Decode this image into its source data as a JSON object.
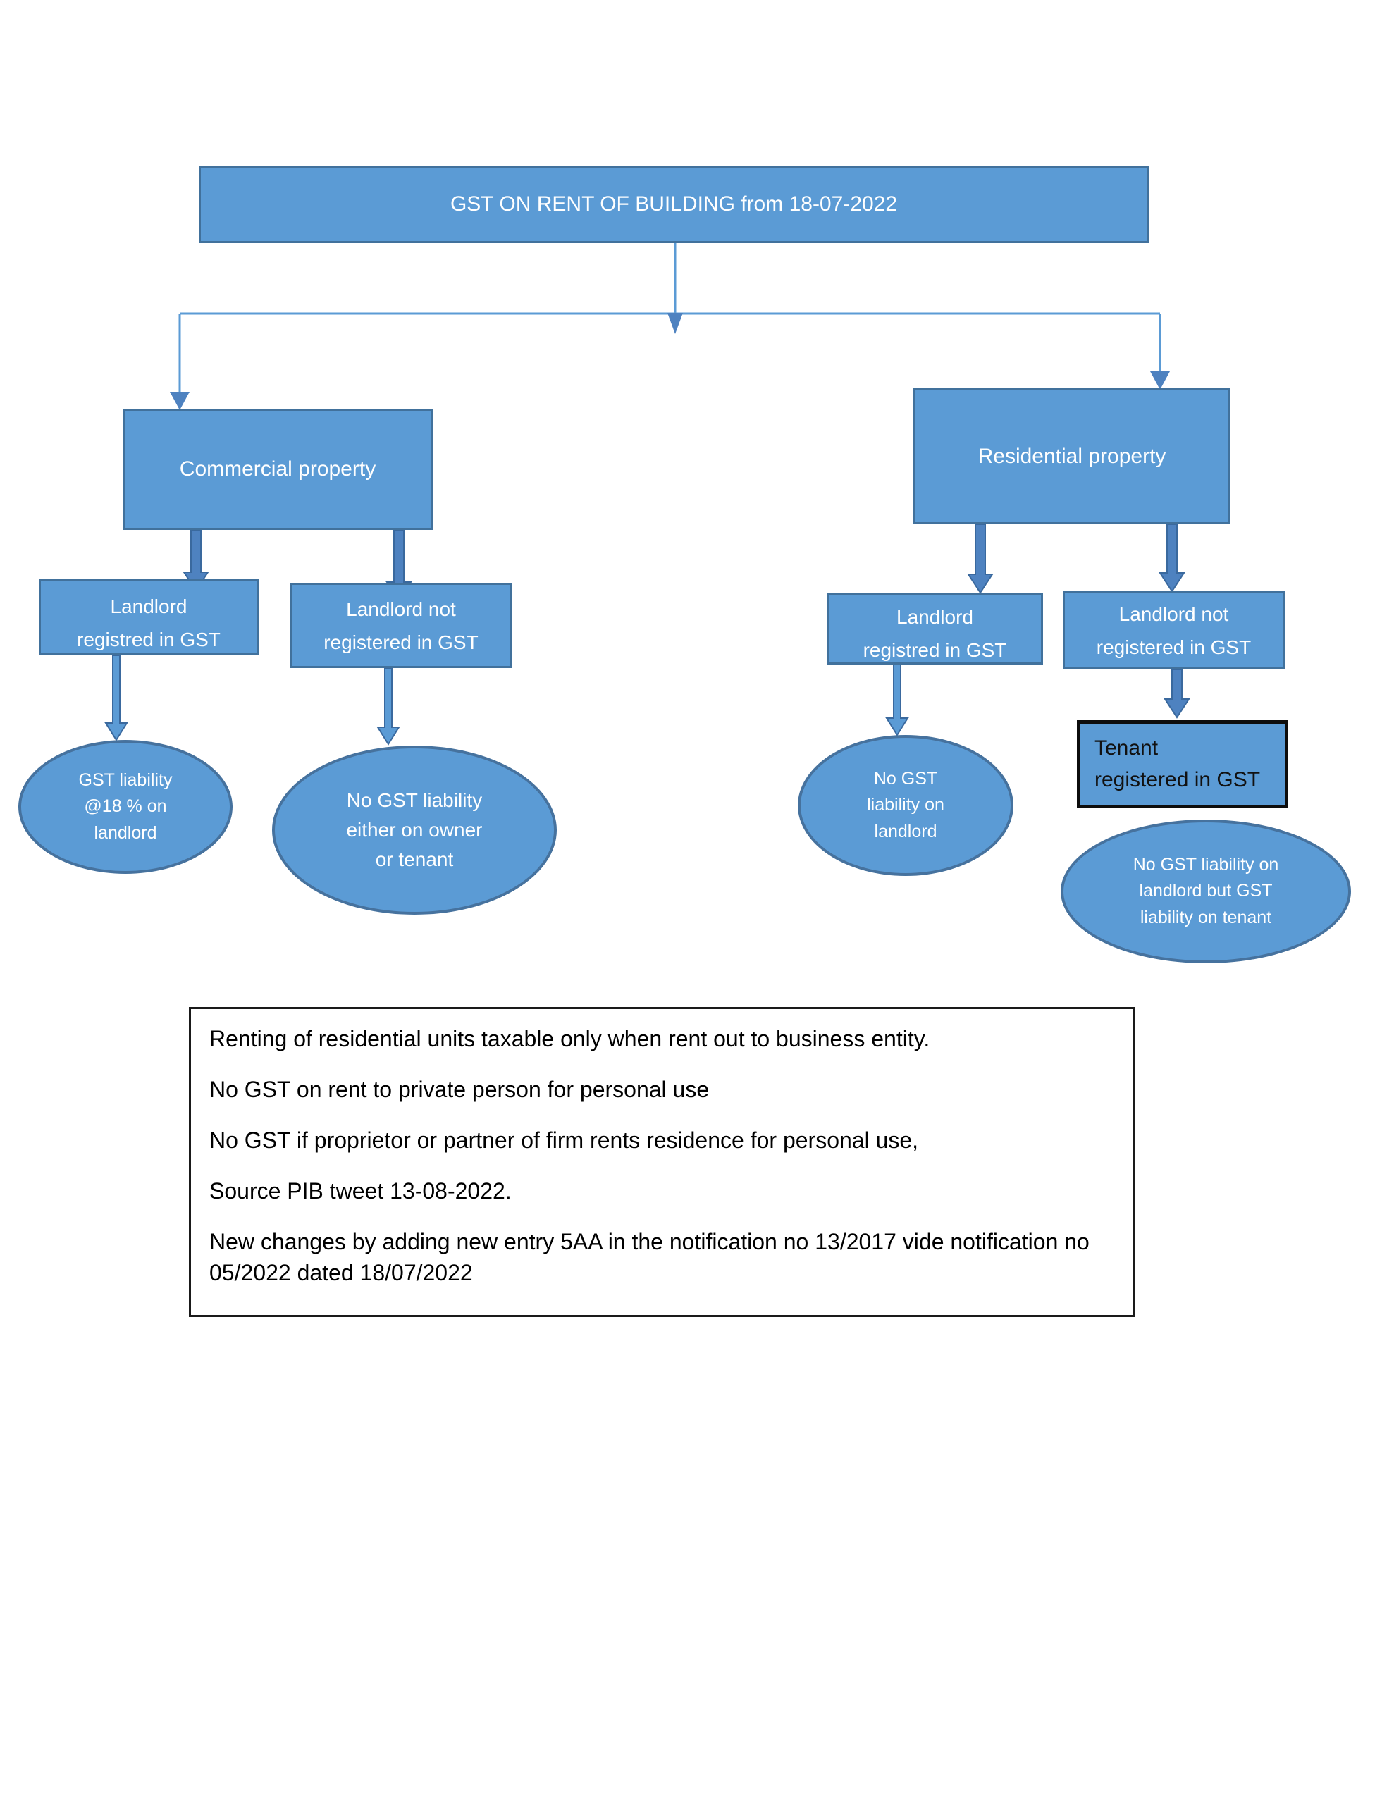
{
  "colors": {
    "node_fill": "#5b9bd5",
    "node_border": "#41719c",
    "ellipse_border": "#46729e",
    "arrow_fill": "#4e82c0",
    "connector_line": "#5b9bd5",
    "tenant_border": "#0d0d0d",
    "text_on_blue": "#ffffff",
    "notes_text": "#000000"
  },
  "diagram": {
    "title": "GST ON RENT OF BUILDING from 18-07-2022",
    "level1": {
      "commercial": "Commercial property",
      "residential": "Residential property"
    },
    "level2": {
      "commercial_registered": "Landlord\nregistred in GST",
      "commercial_not_registered": "Landlord not\nregistered in GST",
      "residential_registered": "Landlord\nregistred in GST",
      "residential_not_registered": "Landlord not\nregistered in GST",
      "tenant_registered": "Tenant\nregistered in GST"
    },
    "outcomes": {
      "commercial_registered": "GST liability\n@18 % on\nlandlord",
      "commercial_not_registered": "No GST liability\neither on owner\nor tenant",
      "residential_registered": "No GST\nliability on\nlandlord",
      "residential_not_registered": "No GST liability on\nlandlord but GST\nliability on tenant"
    },
    "notes": [
      "Renting of residential units taxable only when rent out to business entity.",
      "No GST on rent to private person for personal use",
      "No GST if proprietor or partner of firm rents residence for personal use,",
      "Source PIB tweet 13-08-2022.",
      "New changes by adding new entry 5AA in the notification no 13/2017 vide notification no 05/2022 dated 18/07/2022"
    ]
  }
}
